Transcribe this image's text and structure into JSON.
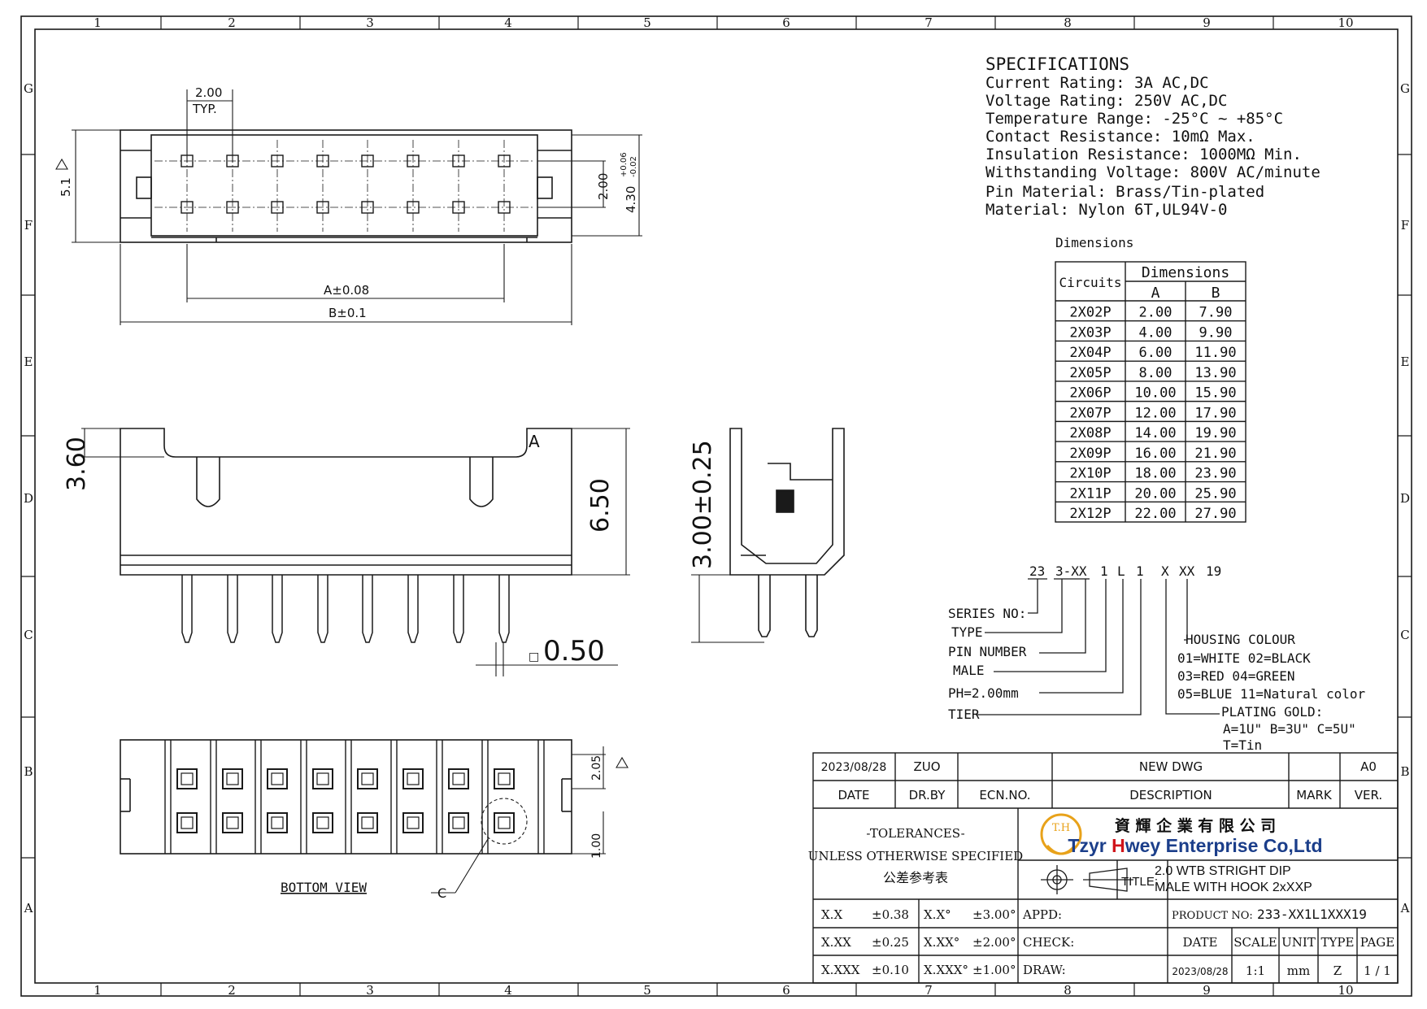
{
  "frame": {
    "col_labels": [
      "1",
      "2",
      "3",
      "4",
      "5",
      "6",
      "7",
      "8",
      "9",
      "10"
    ],
    "row_labels": [
      "G",
      "F",
      "E",
      "D",
      "C",
      "B",
      "A"
    ]
  },
  "specifications": {
    "heading": "SPECIFICATIONS",
    "lines": [
      "Current Rating: 3A AC,DC",
      "Voltage Rating: 250V AC,DC",
      "Temperature Range: -25°C ~ +85°C",
      "Contact Resistance: 10mΩ Max.",
      "Insulation Resistance: 1000MΩ Min.",
      "Withstanding Voltage: 800V AC/minute",
      "Pin Material: Brass/Tin-plated",
      "Material: Nylon 6T,UL94V-0"
    ]
  },
  "dimensions_table": {
    "caption": "Dimensions",
    "col_circuits": "Circuits",
    "col_group": "Dimensions",
    "col_a": "A",
    "col_b": "B",
    "rows": [
      [
        "2X02P",
        "2.00",
        "7.90"
      ],
      [
        "2X03P",
        "4.00",
        "9.90"
      ],
      [
        "2X04P",
        "6.00",
        "11.90"
      ],
      [
        "2X05P",
        "8.00",
        "13.90"
      ],
      [
        "2X06P",
        "10.00",
        "15.90"
      ],
      [
        "2X07P",
        "12.00",
        "17.90"
      ],
      [
        "2X08P",
        "14.00",
        "19.90"
      ],
      [
        "2X09P",
        "16.00",
        "21.90"
      ],
      [
        "2X10P",
        "18.00",
        "23.90"
      ],
      [
        "2X11P",
        "20.00",
        "25.90"
      ],
      [
        "2X12P",
        "22.00",
        "27.90"
      ]
    ]
  },
  "top_view": {
    "pitch": "2.00",
    "pitch_note": "TYP.",
    "height": "5.1",
    "row_pitch": "2.00",
    "width_dim": "4.30",
    "width_tol_plus": "+0.06",
    "width_tol_minus": "-0.02",
    "dim_a": "A±0.08",
    "dim_b": "B±0.1"
  },
  "front_view": {
    "hook_depth": "3.60",
    "body_height": "6.50",
    "pin1_mark": "A",
    "pin_size": "0.50",
    "pin_size_symbol": "□"
  },
  "side_view": {
    "pin_length": "3.00±0.25"
  },
  "bottom_view": {
    "title": "BOTTOM VIEW",
    "row_pitch": "2.05",
    "offset": "1.00",
    "detail_mark": "C"
  },
  "part_number": {
    "segments": [
      "23",
      "3-XX",
      "1",
      "L",
      "1",
      "X",
      "XX",
      "19"
    ],
    "labels": [
      "SERIES NO:",
      "TYPE",
      "PIN NUMBER",
      "MALE",
      "PH=2.00mm",
      "TIER"
    ],
    "housing_colour_title": "HOUSING COLOUR",
    "housing_colour_lines": [
      "01=WHITE  02=BLACK",
      "03=RED    04=GREEN",
      "05=BLUE  11=Natural color"
    ],
    "plating_title": "PLATING GOLD:",
    "plating_lines": [
      "A=1U\"  B=3U\"  C=5U\"",
      "T=Tin"
    ]
  },
  "title_block": {
    "rev_date": "2023/08/28",
    "rev_by": "ZUO",
    "rev_ecn": "",
    "rev_desc": "NEW DWG",
    "rev_mark": "",
    "rev_ver": "A0",
    "h_date": "DATE",
    "h_drby": "DR.BY",
    "h_ecn": "ECN.NO.",
    "h_desc": "DESCRIPTION",
    "h_mark": "MARK",
    "h_ver": "VER.",
    "tolerances_title": "-TOLERANCES-",
    "tolerances_sub": "UNLESS OTHERWISE SPECIFIED",
    "tolerances_cn": "公差参考表",
    "company_cn": "資 輝 企 業 有 限 公 司",
    "company_en_1": "Tzyr ",
    "company_en_h": "H",
    "company_en_2": "wey Enterprise Co,Ltd",
    "logo_text": "T.H",
    "title_label": "TITLE:",
    "title_line1": "2.0 WTB  STRIGHT  DIP",
    "title_line2": "MALE   WITH HOOK 2xXXP",
    "tol_rows": [
      [
        "X.X",
        "±0.38",
        "X.X°",
        "±3.00°"
      ],
      [
        "X.XX",
        "±0.25",
        "X.XX°",
        "±2.00°"
      ],
      [
        "X.XXX",
        "±0.10",
        "X.XXX°",
        "±1.00°"
      ]
    ],
    "appd_label": "APPD:",
    "check_label": "CHECK:",
    "draw_label": "DRAW:",
    "product_no_label": "PRODUCT NO:",
    "product_no": "233-XX1L1XXX19",
    "f_date": "DATE",
    "f_scale": "SCALE",
    "f_unit": "UNIT",
    "f_type": "TYPE",
    "f_page": "PAGE",
    "v_date": "2023/08/28",
    "v_scale": "1:1",
    "v_unit": "mm",
    "v_type": "Z",
    "v_page": "1 / 1"
  },
  "colors": {
    "line": "#1a1a1a",
    "logo_gold": "#e8a21a",
    "brand_red": "#d0141b",
    "brand_blue": "#1b3e8a"
  }
}
